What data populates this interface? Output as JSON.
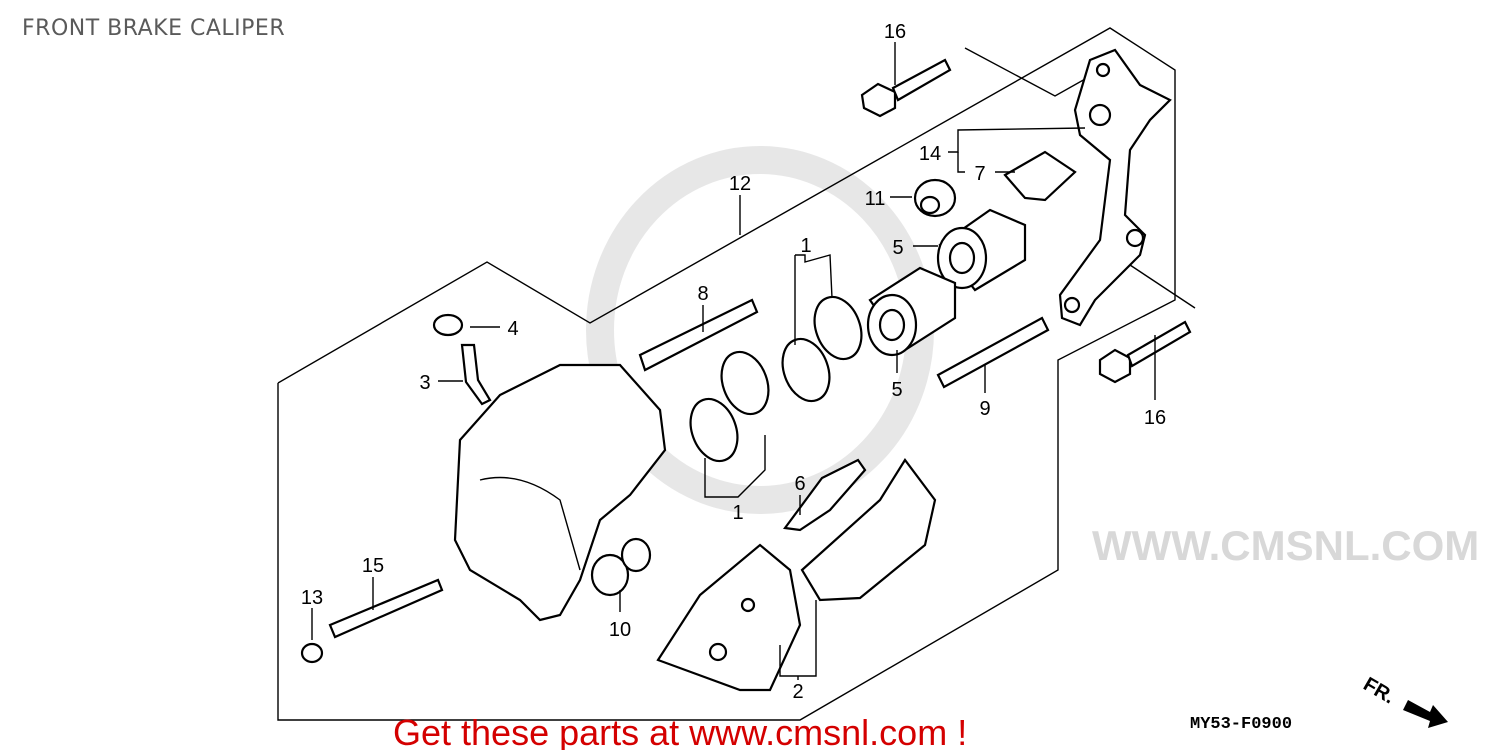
{
  "title": "FRONT BRAKE CALIPER",
  "diagram_code": "MY53-F0900",
  "front_indicator": "FR.",
  "promo_text": "Get these parts at www.cmsnl.com !",
  "watermark": "WWW.CMSNL.COM",
  "callouts": [
    "16",
    "14",
    "7",
    "11",
    "12",
    "5",
    "1",
    "8",
    "4",
    "3",
    "5",
    "9",
    "16",
    "6",
    "1",
    "15",
    "13",
    "10",
    "2"
  ]
}
